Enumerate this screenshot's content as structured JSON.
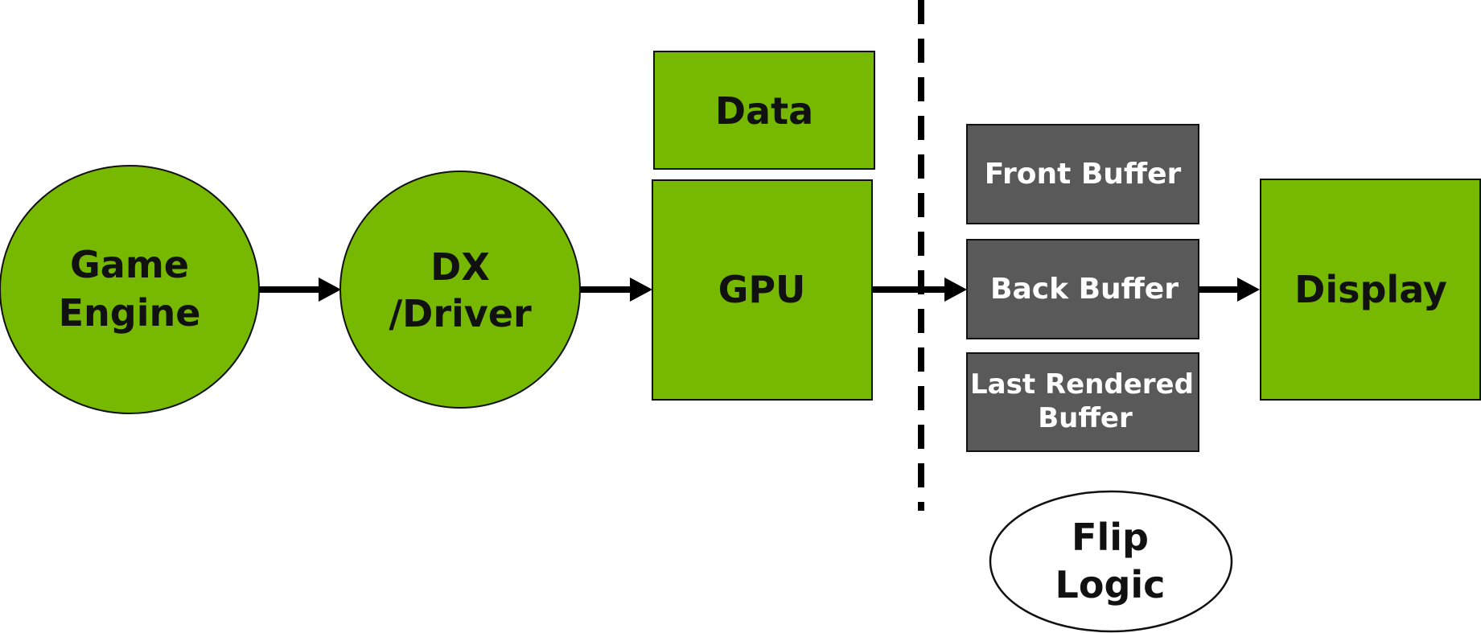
{
  "colors": {
    "green": "#76b900",
    "dark_gray": "#595959",
    "outline": "#111111",
    "white": "#ffffff",
    "black": "#000000"
  },
  "nodes": {
    "game_engine": {
      "line1": "Game",
      "line2": "Engine"
    },
    "dx_driver": {
      "line1": "DX",
      "line2": "/Driver"
    },
    "data": {
      "label": "Data"
    },
    "gpu": {
      "label": "GPU"
    },
    "front_buffer": {
      "label": "Front Buffer"
    },
    "back_buffer": {
      "label": "Back Buffer"
    },
    "last_rendered_buffer": {
      "line1": "Last Rendered",
      "line2": "Buffer"
    },
    "display": {
      "label": "Display"
    },
    "flip_logic": {
      "line1": "Flip",
      "line2": "Logic"
    }
  }
}
